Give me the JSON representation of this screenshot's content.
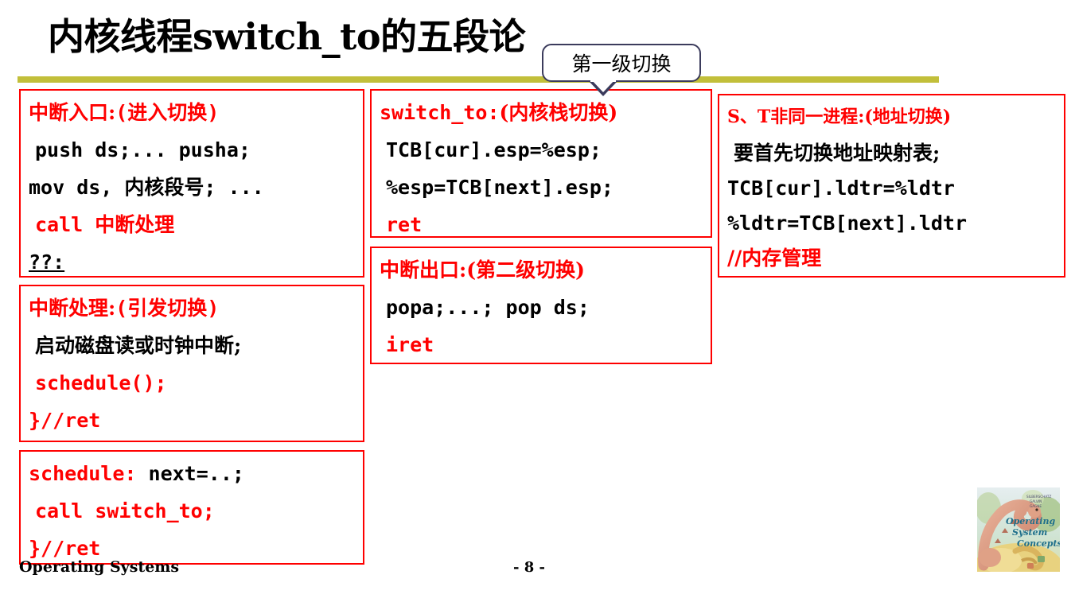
{
  "slide": {
    "title": "内核线程switch_to的五段论",
    "rule_color": "#c2bf3a",
    "accent_color": "#ff0000",
    "callout_border_color": "#3b3b5c"
  },
  "callout": {
    "label": "第一级切换"
  },
  "boxes": {
    "interrupt_entry": {
      "name": "中断入口",
      "header_main": "中断入口:",
      "header_note": "(进入切换)",
      "lines": [
        "push ds;... pusha;",
        "mov ds, 内核段号; ...",
        "call 中断处理",
        "??:"
      ]
    },
    "interrupt_handler": {
      "name": "中断处理",
      "header_main": "中断处理:",
      "header_note": "(引发切换)",
      "lines": [
        "启动磁盘读或时钟中断;",
        "schedule();",
        "}//ret"
      ]
    },
    "schedule": {
      "name": "schedule",
      "lines": [
        "schedule: next=..;",
        "call switch_to;",
        "}//ret"
      ],
      "line1_label": "schedule:",
      "line1_value": "next=..;"
    },
    "switch_to": {
      "name": "switch_to",
      "header_main": "switch_to:",
      "header_note": "(内核栈切换)",
      "lines": [
        "TCB[cur].esp=%esp;",
        "%esp=TCB[next].esp;",
        "ret"
      ]
    },
    "interrupt_exit": {
      "name": "中断出口",
      "header_main": "中断出口:",
      "header_note": "(第二级切换)",
      "lines": [
        "popa;...; pop ds;",
        "iret"
      ]
    },
    "address_switch": {
      "name": "地址切换",
      "header_main": "S、T非同一进程:",
      "header_note": "(地址切换)",
      "lines": [
        "要首先切换地址映射表;",
        "TCB[cur].ldtr=%ldtr",
        "%ldtr=TCB[next].ldtr",
        "//内存管理"
      ]
    }
  },
  "footer": {
    "course": "Operating Systems",
    "page": "- 8 -"
  },
  "book_cover": {
    "alt": "Operating System Concepts",
    "title_line1": "Operating",
    "title_line2": "System",
    "title_line3": "Concepts",
    "authors": "SILBERSCHATZ GALVIN GAGNE"
  }
}
